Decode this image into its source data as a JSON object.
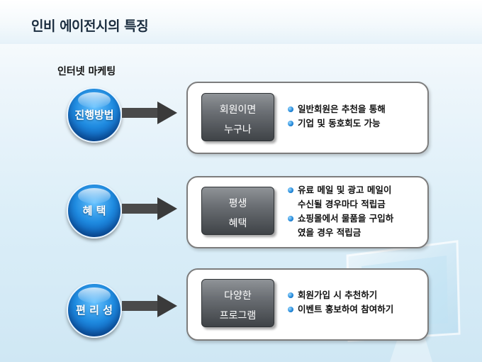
{
  "slide": {
    "title": "인비 에이전시의 특징",
    "subtitle": "인터넷 마케팅"
  },
  "rows": [
    {
      "circle_label": "진행방법",
      "box_lines": [
        "회원이면",
        "누구나"
      ],
      "bullets": [
        [
          "일반회원은 추천을 통해"
        ],
        [
          "기업 및 동호회도 가능"
        ]
      ]
    },
    {
      "circle_label": "혜 택",
      "box_lines": [
        "평생",
        "혜택"
      ],
      "bullets": [
        [
          "유료 메일 및 광고 메일이",
          "수신될 경우마다 적립금"
        ],
        [
          "쇼핑몰에서 물품을 구입하",
          "였을 경우 적립금"
        ]
      ]
    },
    {
      "circle_label": "편 리 성",
      "box_lines": [
        "다양한",
        "프로그램"
      ],
      "bullets": [
        [
          "회원가입 시 추천하기"
        ],
        [
          "이벤트 홍보하여 참여하기"
        ]
      ]
    }
  ]
}
